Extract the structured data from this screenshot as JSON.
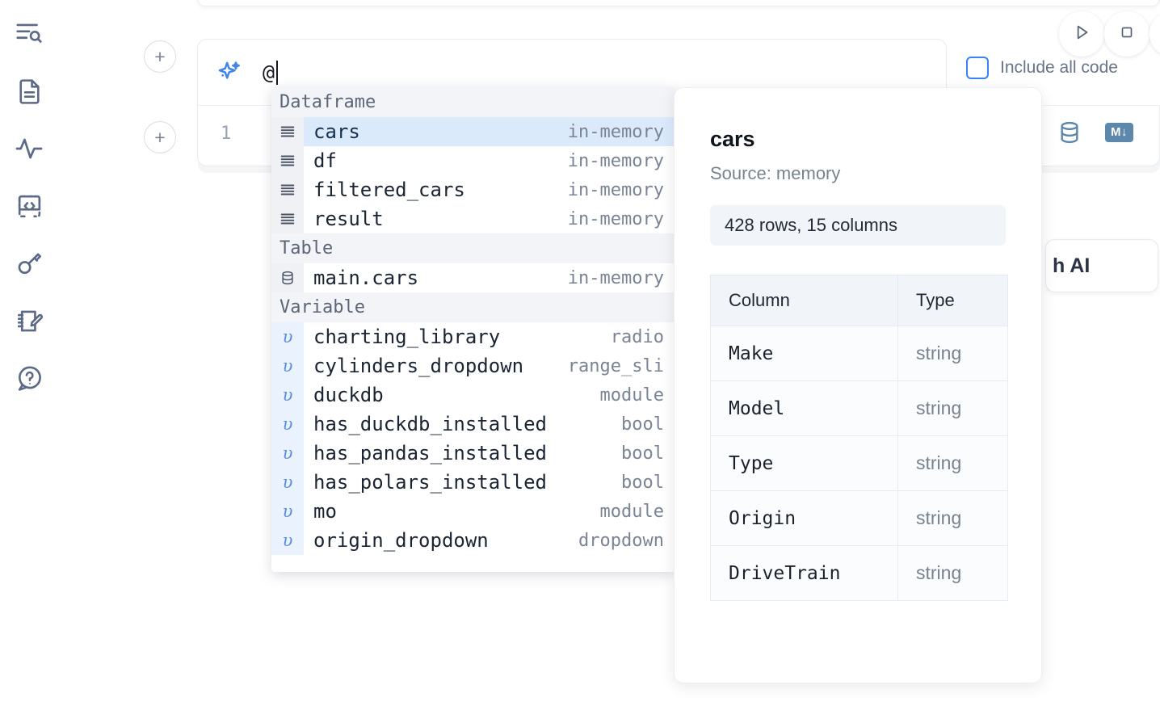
{
  "sidebar": {
    "items": [
      {
        "name": "outline-search",
        "icon": "list-search-icon"
      },
      {
        "name": "files",
        "icon": "document-icon"
      },
      {
        "name": "variables",
        "icon": "activity-pulse-icon"
      },
      {
        "name": "snippets",
        "icon": "code-brackets-icon"
      },
      {
        "name": "secrets",
        "icon": "key-icon"
      },
      {
        "name": "scratchpad",
        "icon": "notebook-edit-icon"
      },
      {
        "name": "help",
        "icon": "question-chat-icon"
      }
    ]
  },
  "toolbar": {
    "run_label": "Run",
    "stop_label": "Stop",
    "include_all_code_label": "Include all code",
    "include_all_code_checked": false,
    "accent_color": "#3b82f6"
  },
  "prompt": {
    "icon": "ai-sparkles-icon",
    "value": "@",
    "placeholder": ""
  },
  "cell": {
    "line_number": "1",
    "database_icon": "database-icon",
    "markdown_badge": "M↓"
  },
  "ai_card": {
    "text": "h AI"
  },
  "autocomplete": {
    "groups": [
      {
        "label": "Dataframe",
        "icon": "table-rows-icon",
        "items": [
          {
            "name": "cars",
            "meta": "in-memory",
            "selected": true
          },
          {
            "name": "df",
            "meta": "in-memory",
            "selected": false
          },
          {
            "name": "filtered_cars",
            "meta": "in-memory",
            "selected": false
          },
          {
            "name": "result",
            "meta": "in-memory",
            "selected": false
          }
        ]
      },
      {
        "label": "Table",
        "icon": "database-icon",
        "items": [
          {
            "name": "main.cars",
            "meta": "in-memory",
            "selected": false
          }
        ]
      },
      {
        "label": "Variable",
        "icon": "variable-upsilon-icon",
        "items": [
          {
            "name": "charting_library",
            "meta": "radio",
            "selected": false
          },
          {
            "name": "cylinders_dropdown",
            "meta": "range_sli",
            "selected": false
          },
          {
            "name": "duckdb",
            "meta": "module",
            "selected": false
          },
          {
            "name": "has_duckdb_installed",
            "meta": "bool",
            "selected": false
          },
          {
            "name": "has_pandas_installed",
            "meta": "bool",
            "selected": false
          },
          {
            "name": "has_polars_installed",
            "meta": "bool",
            "selected": false
          },
          {
            "name": "mo",
            "meta": "module",
            "selected": false
          },
          {
            "name": "origin_dropdown",
            "meta": "dropdown",
            "selected": false
          }
        ]
      }
    ]
  },
  "info_panel": {
    "title": "cars",
    "source": "Source: memory",
    "shape": "428 rows, 15 columns",
    "columns_header": "Column",
    "type_header": "Type",
    "rows": [
      {
        "column": "Make",
        "type": "string"
      },
      {
        "column": "Model",
        "type": "string"
      },
      {
        "column": "Type",
        "type": "string"
      },
      {
        "column": "Origin",
        "type": "string"
      },
      {
        "column": "DriveTrain",
        "type": "string"
      }
    ]
  }
}
